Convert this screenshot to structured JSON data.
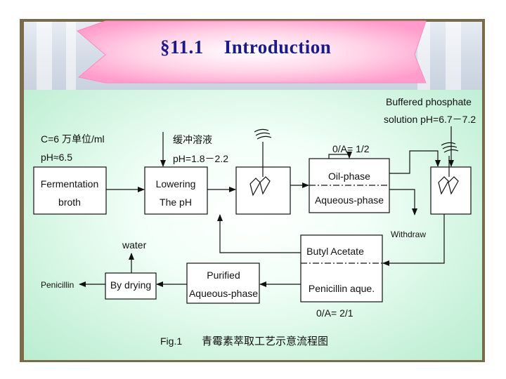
{
  "slide": {
    "section": "§11.1",
    "title": "Introduction"
  },
  "diagram": {
    "feed_conc": "C=6 万单位/ml",
    "feed_ph": "pH≈6.5",
    "buffer_label": "缓冲溶液",
    "buffer_ph": "pH=1.8－2.2",
    "oa_1": "0/A= 1/2",
    "buffered_line1": "Buffered phosphate",
    "buffered_line2": "solution pH=6.7－7.2",
    "fermentation_line1": "Fermentation",
    "fermentation_line2": "broth",
    "lowering_line1": "Lowering",
    "lowering_line2": "The pH",
    "oil_phase": "Oil-phase",
    "aqueous_phase": "Aqueous-phase",
    "withdraw": "Withdraw",
    "water": "water",
    "butyl_acetate": "Butyl Acetate",
    "penicillin_aque": "Penicillin aque.",
    "purified_line1": "Purified",
    "purified_line2": "Aqueous-phase",
    "by_drying": "By drying",
    "penicillin": "Penicillin",
    "oa_2": "0/A= 2/1",
    "fig_label": "Fig.1",
    "fig_caption": "青霉素萃取工艺示意流程图"
  },
  "colors": {
    "title_blue": "#1a1a8c",
    "frame_brown": "#7a6a4a",
    "content_green": "#cdf3dd",
    "banner_pink": "#ff9ccb"
  }
}
